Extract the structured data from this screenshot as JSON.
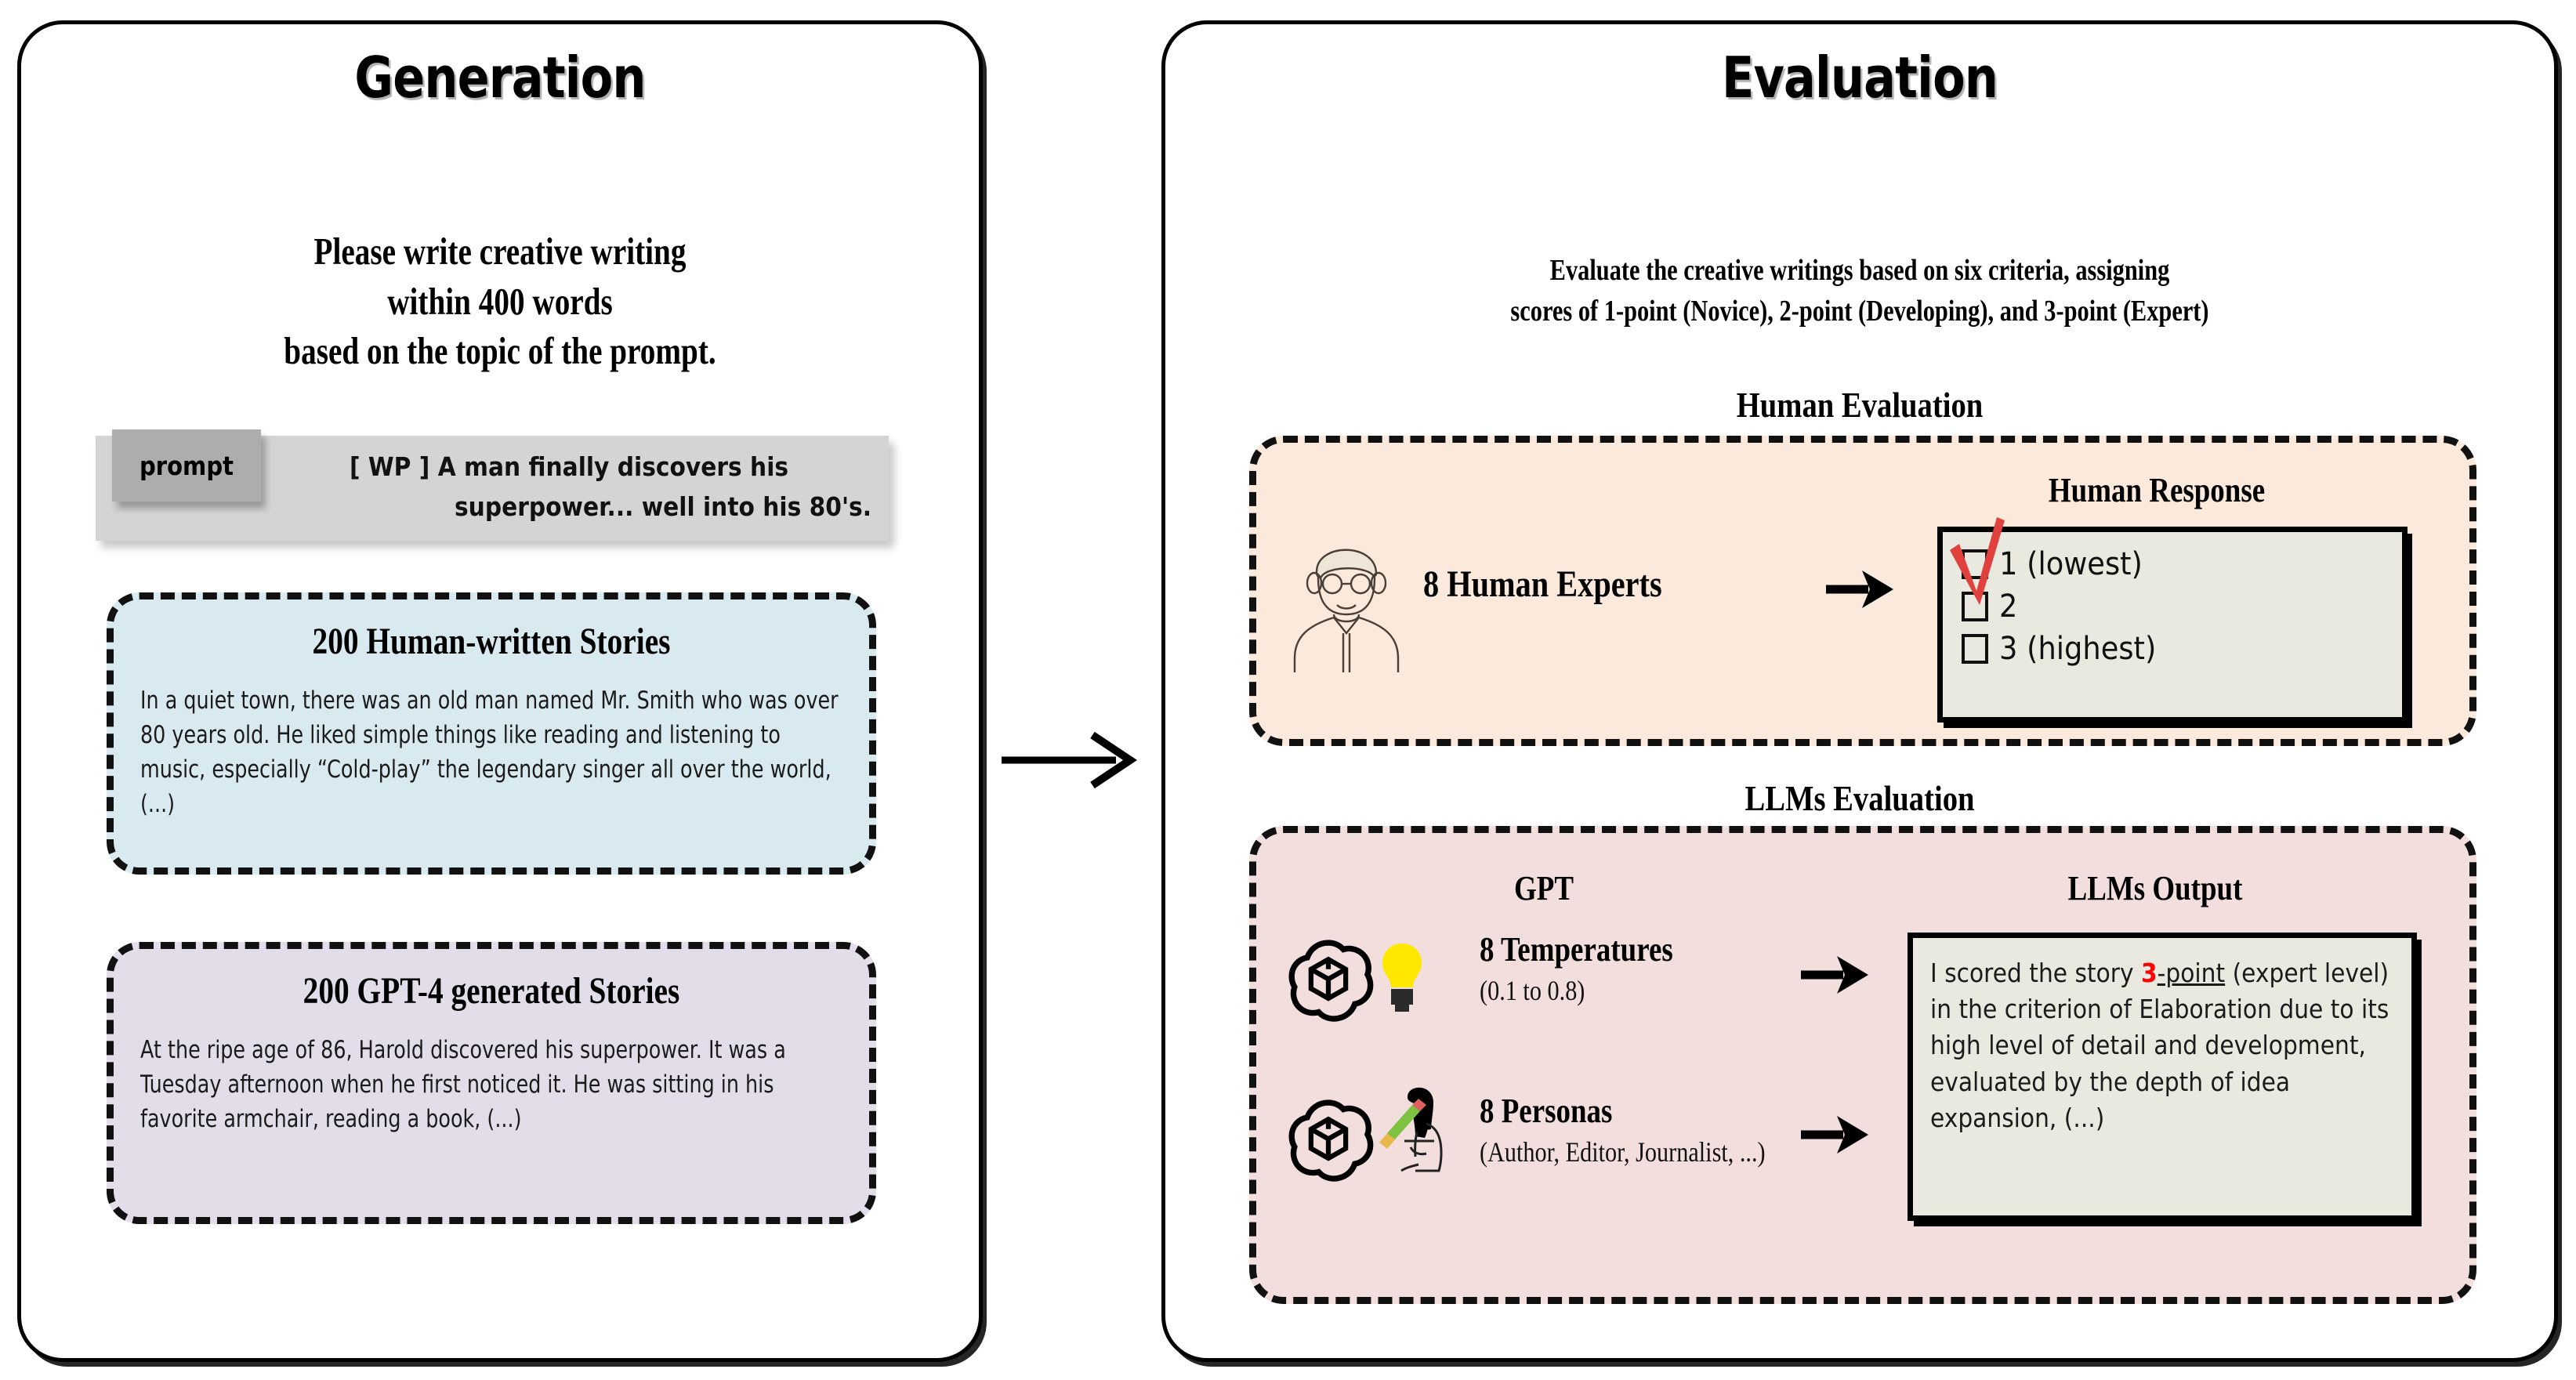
{
  "generation": {
    "title": "Generation",
    "instruction_lines": [
      "Please write creative writing",
      "within 400 words",
      "based on the topic of the prompt."
    ],
    "prompt": {
      "tag_label": "prompt",
      "line1": "[ WP ] A man finally discovers his",
      "line2": "superpower... well into his 80's."
    },
    "human_stories": {
      "title": "200 Human-written  Stories",
      "body": "In a quiet town, there was an old man named Mr. Smith who was over 80 years old. He liked simple things like reading and listening to music, especially “Cold-play” the legendary singer all over the world, (...)",
      "fill_color": "#d8eaf0"
    },
    "gpt_stories": {
      "title": "200 GPT-4 generated Stories",
      "body": "At the ripe age of 86, Harold discovered his superpower. It was a Tuesday afternoon when he first noticed it. He was sitting in his favorite armchair, reading a book, (...)",
      "fill_color": "#e3dde9"
    }
  },
  "flow": {
    "arrow_icon": "right-arrow-icon"
  },
  "evaluation": {
    "title": "Evaluation",
    "instruction_lines": [
      "Evaluate the creative writings based on six criteria, assigning",
      "scores of 1-point (Novice), 2-point (Developing), and 3-point (Expert)"
    ],
    "human_evaluation": {
      "section_title": "Human Evaluation",
      "fill_color": "#fbe9dc",
      "experts_label": "8 Human Experts",
      "avatar_icon": "human-expert-avatar-icon",
      "arrow_icon": "right-arrow-icon",
      "response_label": "Human Response",
      "options": [
        {
          "label": "1 (lowest)",
          "checked": true
        },
        {
          "label": "2",
          "checked": false
        },
        {
          "label": "3 (highest)",
          "checked": false
        }
      ],
      "check_color": "#e0413d"
    },
    "llms_evaluation": {
      "section_title": "LLMs Evaluation",
      "fill_color": "#f2dedd",
      "gpt_label": "GPT",
      "output_label": "LLMs Output",
      "rows": [
        {
          "logo_icon": "openai-logo-icon",
          "accent_icon": "lightbulb-icon",
          "main": "8 Temperatures",
          "sub": "(0.1 to 0.8)",
          "arrow_icon": "right-arrow-icon"
        },
        {
          "logo_icon": "openai-logo-icon",
          "accent_icon": "person-writing-icon",
          "main": "8 Personas",
          "sub": "(Author, Editor, Journalist, ...)",
          "arrow_icon": "right-arrow-icon"
        }
      ],
      "output": {
        "prefix": "I scored the story ",
        "score": "3",
        "score_suffix": "-point",
        "rest": " (expert level) in the criterion of Elaboration due to its high level of detail and development, evaluated by the depth of idea expansion, (...)",
        "score_color": "#ff0000"
      }
    }
  }
}
